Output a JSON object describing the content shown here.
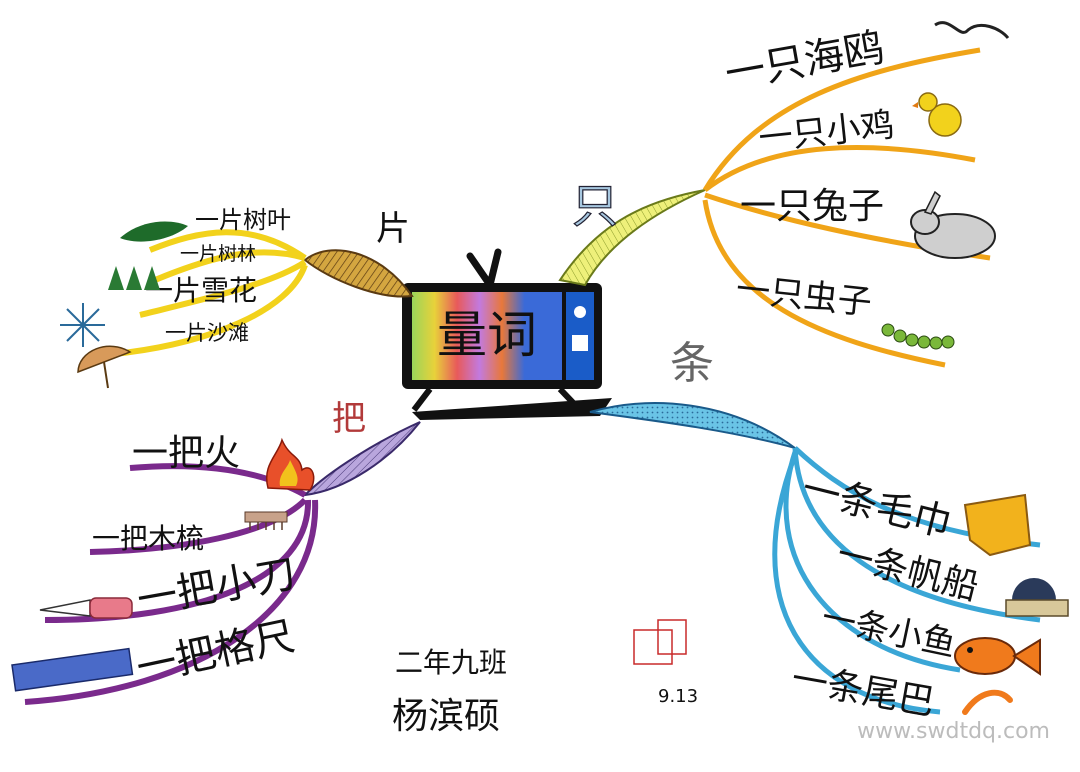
{
  "center": {
    "label": "量词"
  },
  "branches": [
    {
      "key": "pian",
      "keyword": "片",
      "color": "#f2d21c",
      "items": [
        "一片树叶",
        "一片树林",
        "一片雪花",
        "一片沙滩"
      ]
    },
    {
      "key": "zhi",
      "keyword": "只",
      "color": "#f0a418",
      "items": [
        "一只海鸥",
        "一只小鸡",
        "一只兔子",
        "一只虫子"
      ]
    },
    {
      "key": "ba",
      "keyword": "把",
      "color": "#7a2a8c",
      "items": [
        "一把火",
        "一把木梳",
        "一把小刀",
        "一把格尺"
      ]
    },
    {
      "key": "tiao",
      "keyword": "条",
      "color": "#3aa6d6",
      "items": [
        "一条毛巾",
        "一条帆船",
        "一条小鱼",
        "一条尾巴"
      ]
    }
  ],
  "author": {
    "class": "二年九班",
    "name": "杨滨硕"
  },
  "date": "9.13",
  "watermark": "www.swdtdq.com",
  "icons": [
    "leaf-icon",
    "trees-icon",
    "snowflake-icon",
    "beach-umbrella-icon",
    "seagull-icon",
    "chick-icon",
    "rabbit-icon",
    "caterpillar-icon",
    "fire-icon",
    "comb-icon",
    "knife-icon",
    "ruler-icon",
    "towel-icon",
    "sailboat-icon",
    "fish-icon",
    "tail-icon",
    "seal-stamp-icon",
    "tv-antenna-icon"
  ]
}
